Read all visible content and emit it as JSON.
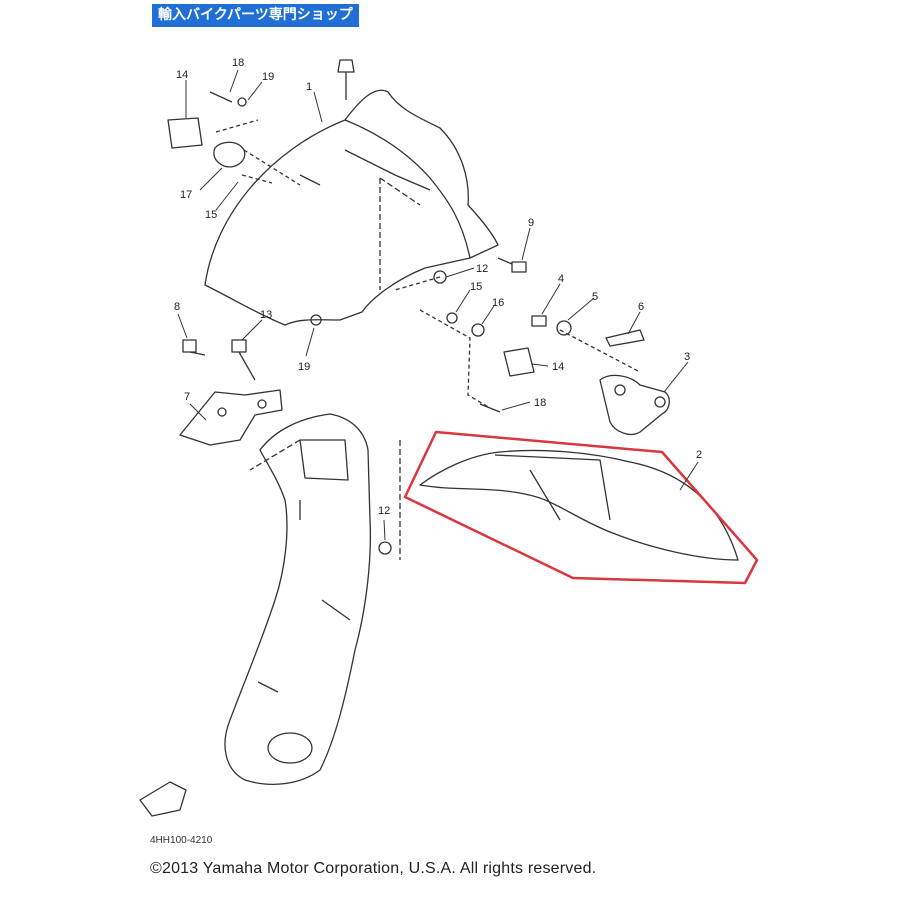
{
  "header": {
    "shop_banner": "輸入バイクパーツ専門ショップ"
  },
  "diagram": {
    "part_labels": [
      "14",
      "18",
      "19",
      "1",
      "17",
      "15",
      "9",
      "12",
      "15",
      "16",
      "4",
      "5",
      "6",
      "8",
      "13",
      "19",
      "3",
      "14",
      "7",
      "18",
      "2",
      "12"
    ],
    "highlight_color": "#d9363e",
    "line_color": "#333333"
  },
  "footer": {
    "diagram_code": "4HH100-4210",
    "copyright": "©2013 Yamaha Motor Corporation, U.S.A. All rights reserved."
  }
}
